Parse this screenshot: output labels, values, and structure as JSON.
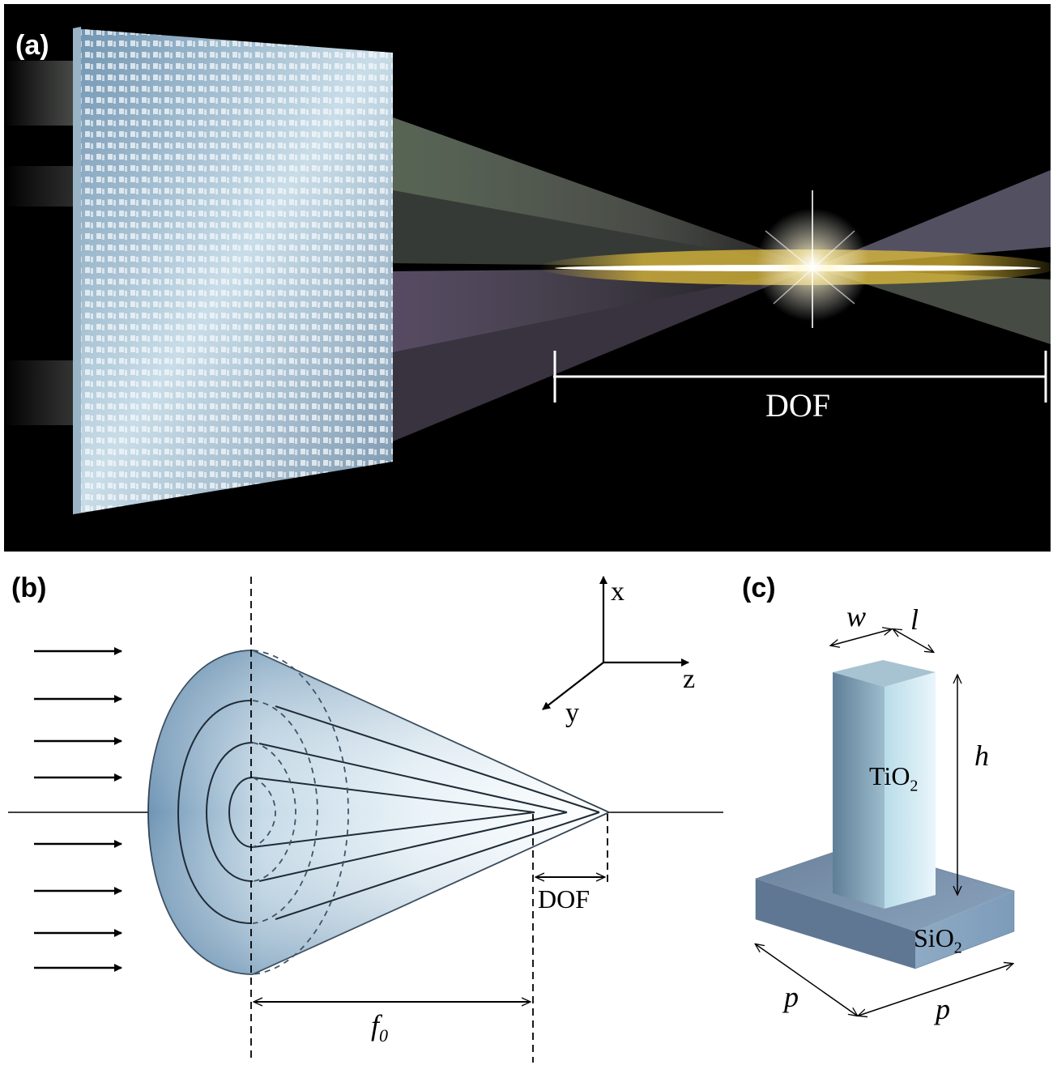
{
  "panels": {
    "a": {
      "label": "(a)",
      "dof_label": "DOF"
    },
    "b": {
      "label": "(b)",
      "axis_x": "x",
      "axis_y": "y",
      "axis_z": "z",
      "dof_label": "DOF",
      "focal_label": "f",
      "focal_sub": "0"
    },
    "c": {
      "label": "(c)",
      "w_label": "w",
      "l_label": "l",
      "h_label": "h",
      "p_label_left": "p",
      "p_label_right": "p",
      "pillar_material": "TiO",
      "pillar_sub": "2",
      "substrate_material": "SiO",
      "substrate_sub": "2"
    }
  },
  "colors": {
    "background_a": "#000000",
    "lens_blue": "#6f95b5",
    "focus_yellow": "#e8c33a",
    "pillar_blue": "#a9cfe1",
    "substrate_blue": "#6d8aa8"
  }
}
